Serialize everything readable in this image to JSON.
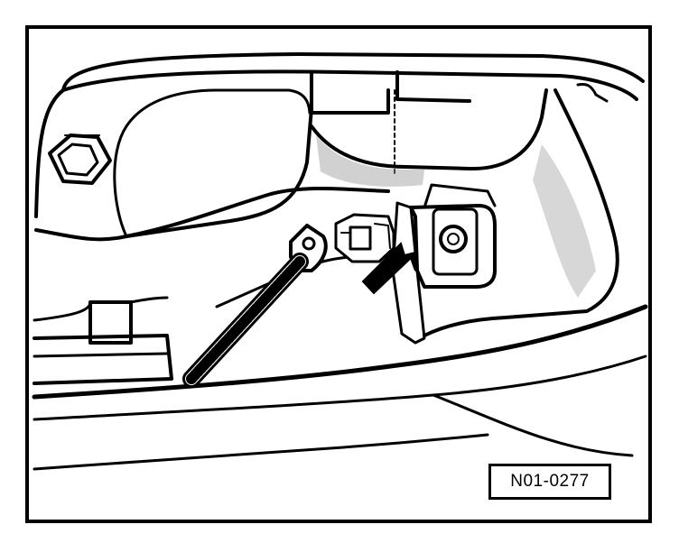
{
  "figure": {
    "reference_code": "N01-0277",
    "ink_color": "#000000",
    "paper_color": "#ffffff",
    "shade_color": "#9a9a9a"
  },
  "callouts": [
    {
      "name": "pointer-arrow",
      "icon": "arrow-icon",
      "target": "ground-strap-connection"
    }
  ]
}
